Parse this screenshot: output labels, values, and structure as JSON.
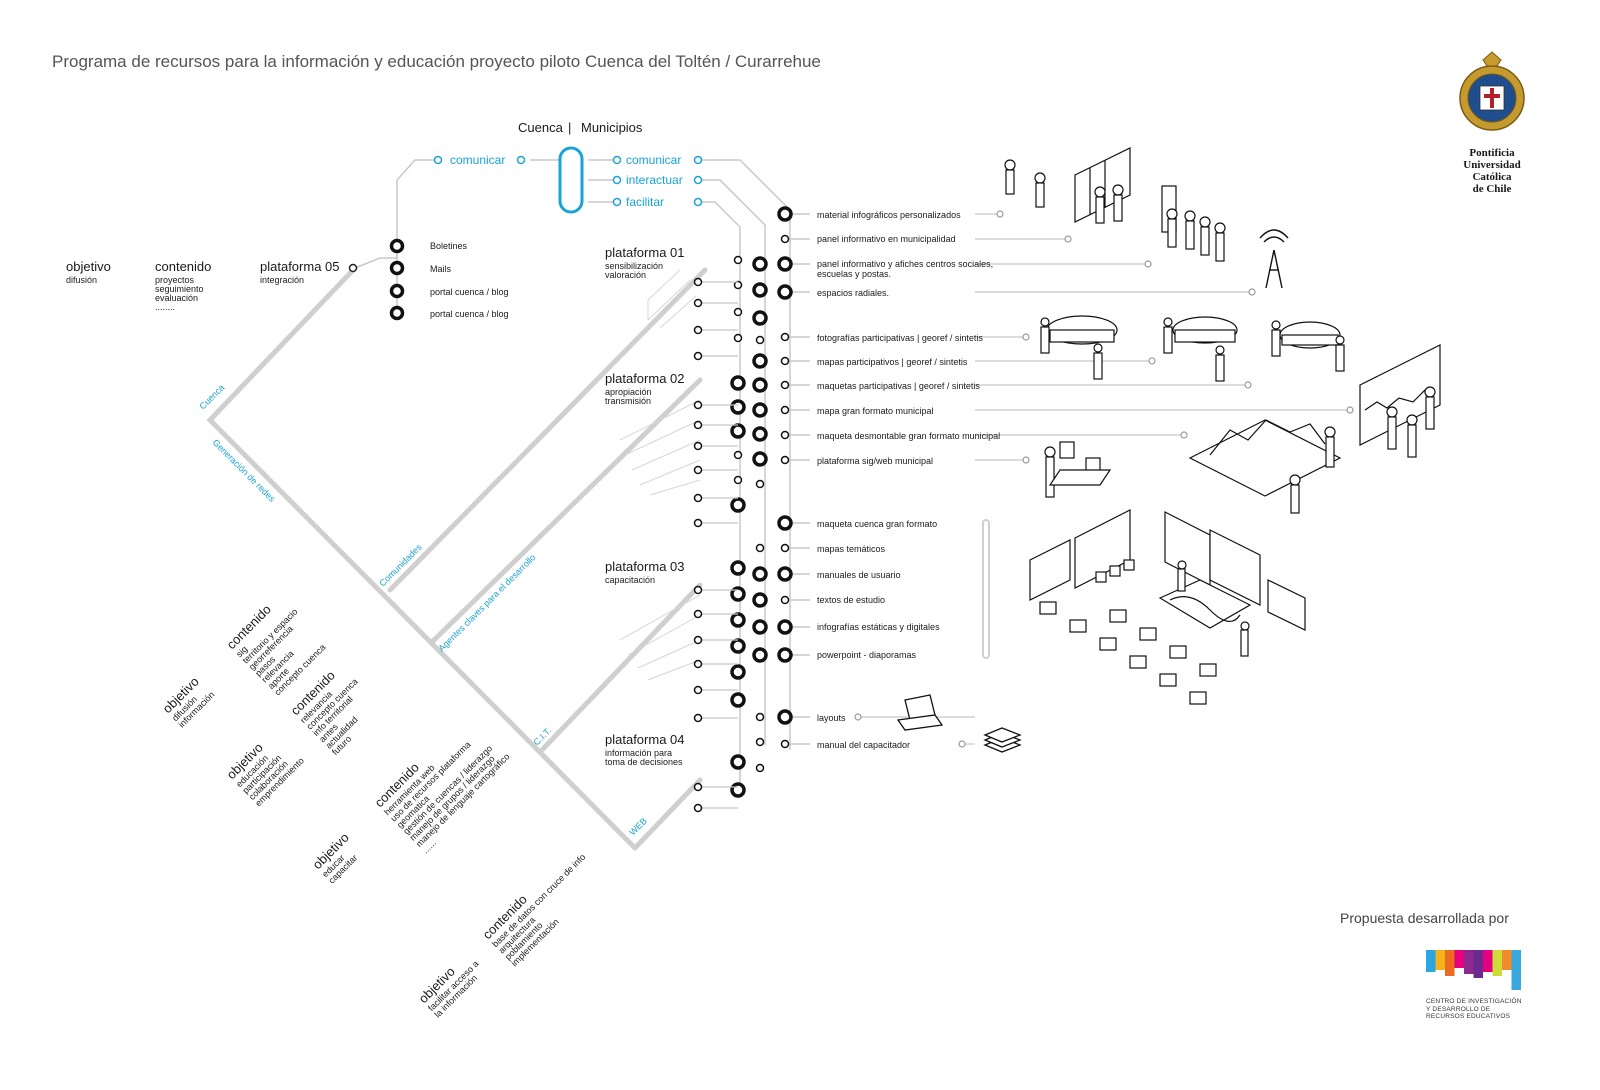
{
  "title": "Programa de recursos para la información y educación proyecto piloto Cuenca del Toltén / Curarrehue",
  "header": {
    "cuenca": "Cuenca",
    "sep": "|",
    "municipios": "Municipios"
  },
  "legend_left": {
    "objetivo": "objetivo",
    "objetivo_val": "difusión",
    "contenido": "contenido",
    "contenido_items": [
      "proyectos",
      "seguimiento",
      "evaluación",
      "........"
    ],
    "plataforma": "plataforma 05",
    "plataforma_sub": "integración"
  },
  "blue_actions": {
    "left": "comunicar",
    "right": [
      "comunicar",
      "interactuar",
      "facilitar"
    ]
  },
  "p5_items": [
    "Boletines",
    "Mails",
    "portal cuenca / blog",
    "portal cuenca / blog"
  ],
  "platforms": [
    {
      "name": "plataforma 01",
      "sub": [
        "sensibilización",
        "valoración"
      ]
    },
    {
      "name": "plataforma 02",
      "sub": [
        "apropiación",
        "transmisión"
      ]
    },
    {
      "name": "plataforma 03",
      "sub": [
        "capacitación"
      ]
    },
    {
      "name": "plataforma 04",
      "sub": [
        "información para",
        "toma de decisiones"
      ]
    }
  ],
  "branches": [
    "Cuenca",
    "Generación de redes",
    "Comunidades",
    "Agentes claves para el desarrollo",
    "C.I.T.",
    "WEB"
  ],
  "resources": [
    "material infográficos personalizados",
    "panel informativo en municipalidad",
    "panel informativo y afiches centros sociales,",
    "escuelas y postas.",
    "espacios radiales.",
    "fotografías participativas | georef / sintetis",
    "mapas participativos | georef / sintetis",
    "maquetas participativas | georef / sintetis",
    "mapa gran formato municipal",
    "maqueta desmontable gran formato municipal",
    "plataforma sig/web municipal",
    "maqueta cuenca gran formato",
    "mapas temáticos",
    "manuales de usuario",
    "textos de estudio",
    "infografías estáticas y digitales",
    "powerpoint - diaporamas",
    "layouts",
    "manual del capacitador"
  ],
  "rotated_blocks": [
    {
      "head": "contenido",
      "items": [
        "sig",
        "territorio y espacio",
        "georreferencia",
        "pasos",
        "relevancia",
        "aporte",
        "concepto cuenca"
      ]
    },
    {
      "head": "objetivo",
      "items": [
        "difusión",
        "información"
      ]
    },
    {
      "head": "contenido",
      "items": [
        "relevancia",
        "concepto cuenca",
        "info territorial",
        "antes",
        "actualidad",
        "futuro"
      ]
    },
    {
      "head": "objetivo",
      "items": [
        "educación",
        "participación",
        "colaboración",
        "emprendimiento"
      ]
    },
    {
      "head": "contenido",
      "items": [
        "herramienta web",
        "uso de recursos plataforma",
        "geomatica",
        "gestión de cuencas / liderazgo",
        "manejo de grupos / liderazgo",
        "manejo de lenguaje cartográfico",
        "......"
      ]
    },
    {
      "head": "objetivo",
      "items": [
        "educar",
        "capacitar"
      ]
    },
    {
      "head": "contenido",
      "items": [
        "base de datos con cruce de info",
        "arquitectura",
        "poblamiento",
        "implementación"
      ]
    },
    {
      "head": "objetivo",
      "items": [
        "facilitar acceso a",
        "la información"
      ]
    }
  ],
  "uc": {
    "name": [
      "Pontificia",
      "Universidad",
      "Católica",
      "de Chile"
    ]
  },
  "credit": "Propuesta desarrollada por",
  "cider": {
    "text": [
      "CENTRO DE INVESTIGACIÓN",
      "Y DESARROLLO DE",
      "RECURSOS EDUCATIVOS"
    ]
  },
  "colors": {
    "accent": "#1aa3d4",
    "line": "#c8c8c8",
    "node": "#111111"
  }
}
